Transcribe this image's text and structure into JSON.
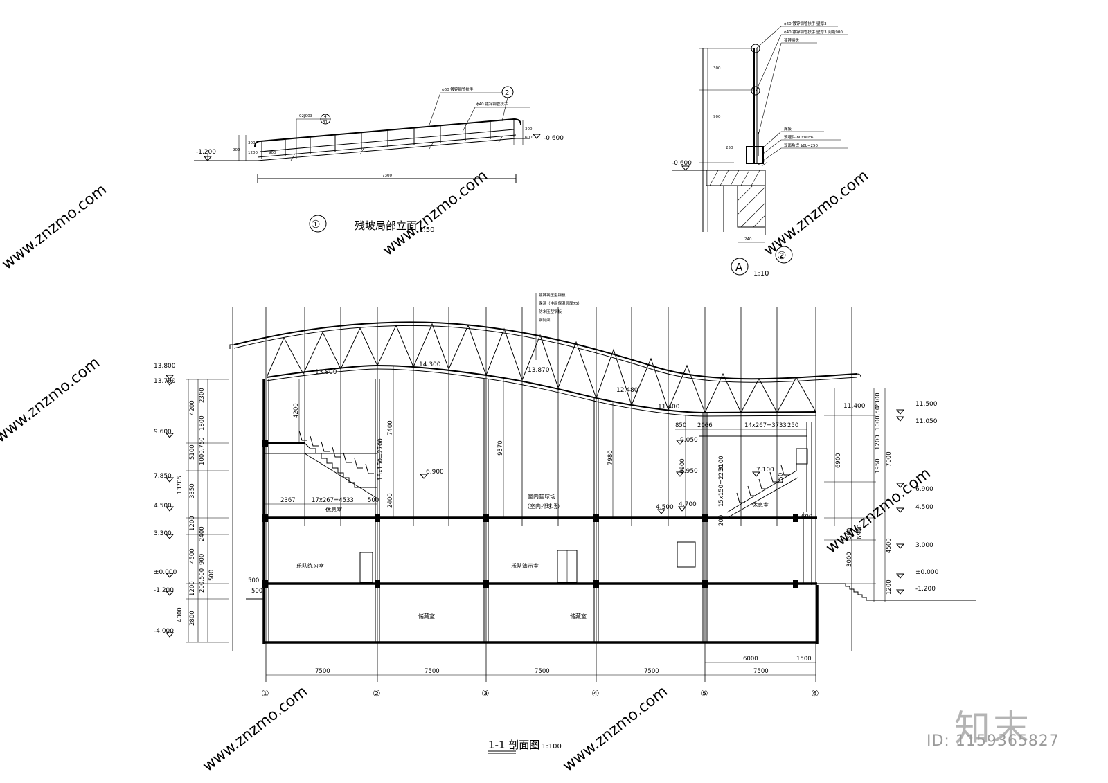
{
  "detail1": {
    "number": "①",
    "title": "残坡局部立面",
    "scale": "1:50",
    "level_left": "-1.200",
    "level_right": "-0.600",
    "ref_code": "02J003",
    "ref_top": "4",
    "ref_bottom": "31",
    "callout": "2",
    "pipe_top": "ϕ60 镀锌钢管扶手",
    "pipe_low": "ϕ40 镀锌钢管扶手",
    "length": "7300",
    "dims": [
      "900",
      "300",
      "1200",
      "900",
      "300",
      "600"
    ]
  },
  "detail2": {
    "label_a": "A",
    "number": "②",
    "scale": "1:10",
    "level": "-0.600",
    "dims": [
      "300",
      "900",
      "250",
      "240"
    ],
    "notes": [
      "ϕ60 镀锌钢管扶手 壁厚3",
      "ϕ40 镀锌钢管扶手 壁厚3 间距900",
      "镀锌接头",
      "焊接",
      "预埋件-80x80x6",
      "双面角焊 ϕ8L=250"
    ]
  },
  "section": {
    "title": "1-1 剖面图",
    "scale": "1:100",
    "roof_notes": [
      "镀锌钢压型钢板",
      "保温（中间保温层厚75）",
      "防水压型钢板",
      "钢网架"
    ],
    "axes": [
      "①",
      "②",
      "③",
      "④",
      "⑤",
      "⑥"
    ],
    "spans": [
      "7500",
      "7500",
      "7500",
      "7500",
      "7500"
    ],
    "top_dims": [
      "6000",
      "1500"
    ],
    "left_levels": [
      "13.800",
      "13.700",
      "9.600",
      "7.850",
      "4.500",
      "3.300",
      "±0.000",
      "-1.200",
      "-4.000"
    ],
    "right_levels": [
      "11.500",
      "11.050",
      "6.900",
      "4.500",
      "3.000",
      "±0.000",
      "-1.200"
    ],
    "inner_levels": [
      "13.800",
      "14.300",
      "13.870",
      "12.480",
      "11.400",
      "11.400",
      "6.900",
      "9.050",
      "6.950",
      "7.100",
      "4.500",
      "4.700"
    ],
    "left_dims_outer": [
      "13705",
      "4000"
    ],
    "left_dims_mid": [
      "4200",
      "5100",
      "3350",
      "1200",
      "4500",
      "1200",
      "2800"
    ],
    "left_dims_inner": [
      "2300",
      "1800",
      "1000,750",
      "2400",
      "900",
      "500",
      "200,500",
      "500"
    ],
    "right_dims_a": [
      "2300",
      "1000,50",
      "1200",
      "1950",
      "7000",
      "4500",
      "1200"
    ],
    "right_dims_b": [
      "6900",
      "300",
      "6900",
      "3000"
    ],
    "inner_dims": [
      "4200",
      "7400",
      "18x150=2700",
      "2400",
      "9370",
      "7980",
      "6900",
      "2100",
      "15x150=2250",
      "200",
      "850",
      "2066",
      "14x267=3733",
      "250",
      "150",
      "600",
      "500",
      "2367",
      "17x267=4533",
      "500"
    ],
    "rooms": [
      "休息室",
      "室内篮球场",
      "（室内排球场）",
      "乐队练习室",
      "乐队演示室",
      "储藏室",
      "储藏室",
      "休息室"
    ]
  },
  "watermark": {
    "site": "www.znzmo.com",
    "brand": "知末",
    "id_text": "ID: 1159365827"
  }
}
